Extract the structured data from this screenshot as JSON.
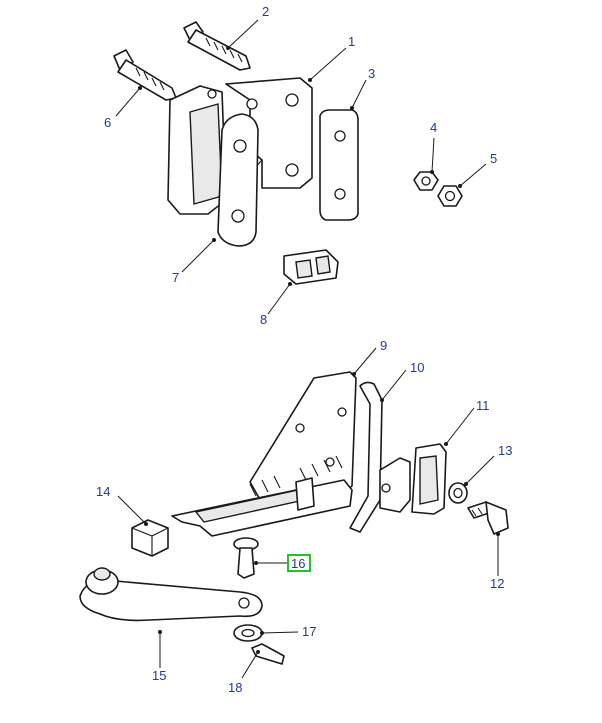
{
  "callouts": [
    {
      "id": "c1",
      "label": "1"
    },
    {
      "id": "c2",
      "label": "2"
    },
    {
      "id": "c3",
      "label": "3"
    },
    {
      "id": "c4",
      "label": "4"
    },
    {
      "id": "c5",
      "label": "5"
    },
    {
      "id": "c6",
      "label": "6"
    },
    {
      "id": "c7",
      "label": "7"
    },
    {
      "id": "c8",
      "label": "8"
    },
    {
      "id": "c9",
      "label": "9"
    },
    {
      "id": "c10",
      "label": "10"
    },
    {
      "id": "c11",
      "label": "11"
    },
    {
      "id": "c12",
      "label": "12"
    },
    {
      "id": "c13",
      "label": "13"
    },
    {
      "id": "c14",
      "label": "14"
    },
    {
      "id": "c15",
      "label": "15"
    },
    {
      "id": "c16",
      "label": "16"
    },
    {
      "id": "c17",
      "label": "17"
    },
    {
      "id": "c18",
      "label": "18"
    }
  ],
  "highlighted": "16",
  "colors": {
    "callout_text": "#1f3b9a",
    "highlight_box": "#22c22a",
    "line": "#1a1a1a"
  }
}
